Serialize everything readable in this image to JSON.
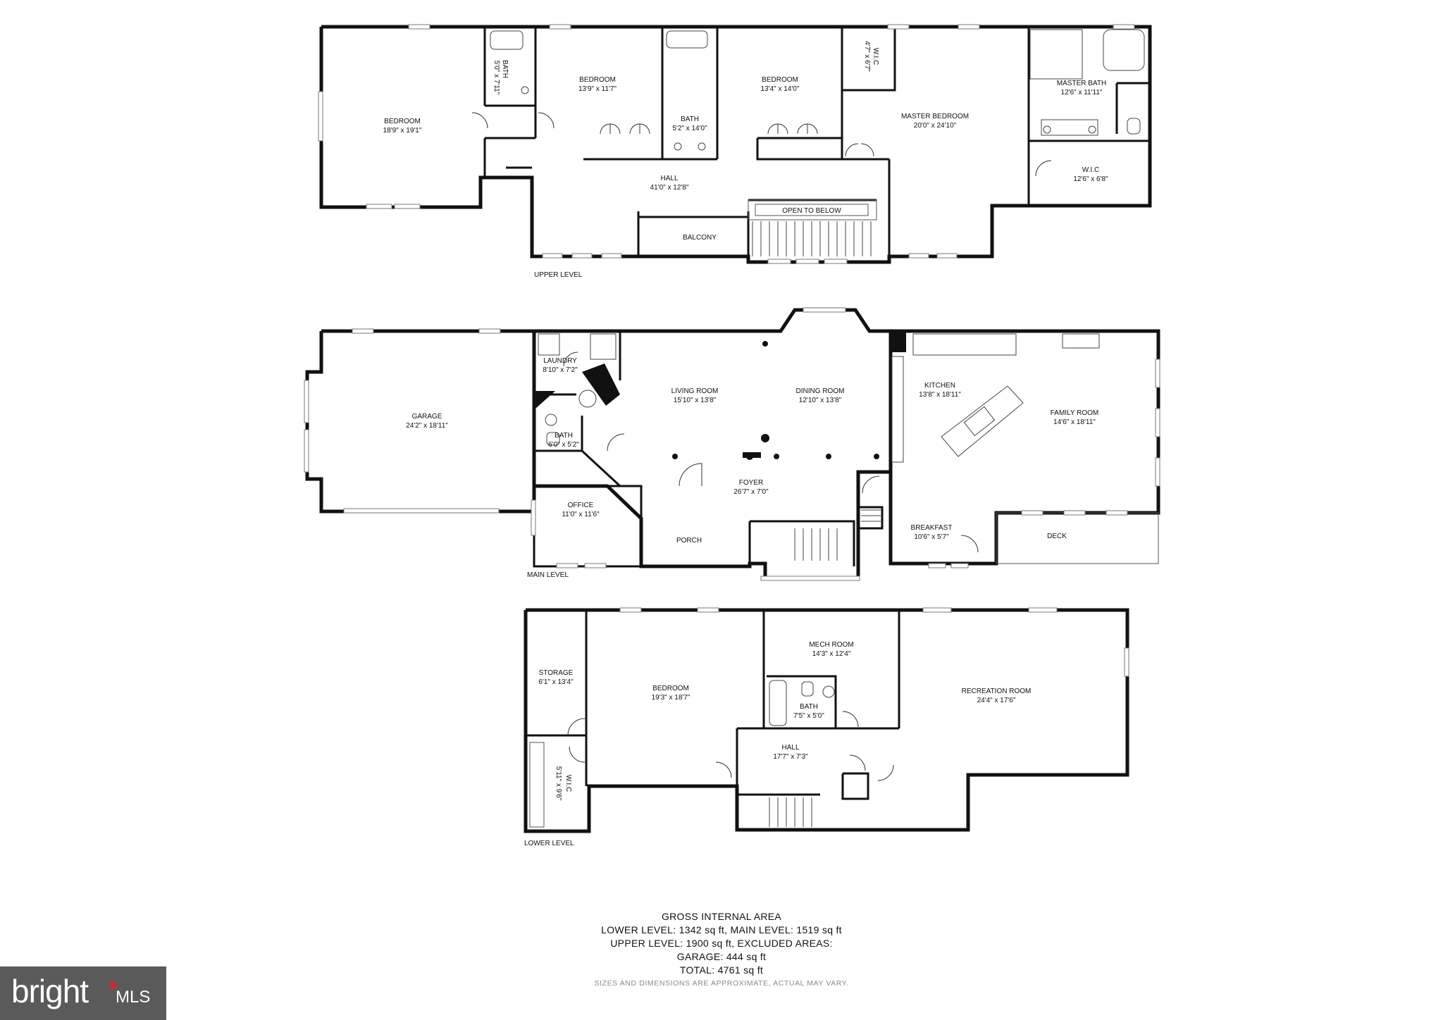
{
  "levels": {
    "upper": {
      "label": "UPPER LEVEL",
      "rooms": [
        {
          "name": "BEDROOM",
          "dims": "18'9\" x 19'1\""
        },
        {
          "name": "BATH",
          "dims": "5'0\" x 7'11\""
        },
        {
          "name": "BEDROOM",
          "dims": "13'9\" x 11'7\""
        },
        {
          "name": "BATH",
          "dims": "5'2\" x 14'0\""
        },
        {
          "name": "BEDROOM",
          "dims": "13'4\" x 14'0\""
        },
        {
          "name": "W.I.C",
          "dims": "4'7\" x 6'7\""
        },
        {
          "name": "MASTER BEDROOM",
          "dims": "20'0\" x 24'10\""
        },
        {
          "name": "MASTER BATH",
          "dims": "12'6\" x 11'11\""
        },
        {
          "name": "W.I.C",
          "dims": "12'6\" x 6'8\""
        },
        {
          "name": "HALL",
          "dims": "41'0\" x 12'8\""
        },
        {
          "name": "BALCONY",
          "dims": ""
        },
        {
          "name": "OPEN TO BELOW",
          "dims": ""
        }
      ]
    },
    "main": {
      "label": "MAIN LEVEL",
      "rooms": [
        {
          "name": "GARAGE",
          "dims": "24'2\" x 18'11\""
        },
        {
          "name": "LAUNDRY",
          "dims": "8'10\" x 7'2\""
        },
        {
          "name": "BATH",
          "dims": "6'0\" x 5'2\""
        },
        {
          "name": "OFFICE",
          "dims": "11'0\" x 11'6\""
        },
        {
          "name": "LIVING ROOM",
          "dims": "15'10\" x 13'8\""
        },
        {
          "name": "DINING ROOM",
          "dims": "12'10\" x 13'8\""
        },
        {
          "name": "FOYER",
          "dims": "26'7\" x 7'0\""
        },
        {
          "name": "PORCH",
          "dims": ""
        },
        {
          "name": "KITCHEN",
          "dims": "13'8\" x 18'11\""
        },
        {
          "name": "FAMILY ROOM",
          "dims": "14'6\" x 18'11\""
        },
        {
          "name": "BREAKFAST",
          "dims": "10'6\" x 5'7\""
        },
        {
          "name": "DECK",
          "dims": ""
        }
      ]
    },
    "lower": {
      "label": "LOWER LEVEL",
      "rooms": [
        {
          "name": "STORAGE",
          "dims": "6'1\" x 13'4\""
        },
        {
          "name": "W.I.C",
          "dims": "5'11\" x 9'6\""
        },
        {
          "name": "BEDROOM",
          "dims": "19'3\" x 18'7\""
        },
        {
          "name": "MECH ROOM",
          "dims": "14'3\" x 12'4\""
        },
        {
          "name": "BATH",
          "dims": "7'5\" x 5'0\""
        },
        {
          "name": "HALL",
          "dims": "17'7\" x 7'3\""
        },
        {
          "name": "RECREATION ROOM",
          "dims": "24'4\" x 17'6\""
        }
      ]
    }
  },
  "summary": {
    "title": "GROSS INTERNAL AREA",
    "line1": "LOWER LEVEL: 1342 sq ft, MAIN LEVEL: 1519 sq ft",
    "line2": "UPPER LEVEL: 1900 sq ft, EXCLUDED AREAS:",
    "line3": "GARAGE: 444 sq ft",
    "line4": "TOTAL: 4761 sq ft",
    "note": "SIZES AND DIMENSIONS ARE APPROXIMATE, ACTUAL MAY VARY."
  },
  "brand": {
    "word": "bright",
    "suffix": "MLS",
    "accent": "#d6252d",
    "background": "#5a5a5a"
  },
  "colors": {
    "wall": "#111111",
    "background": "#ffffff"
  }
}
